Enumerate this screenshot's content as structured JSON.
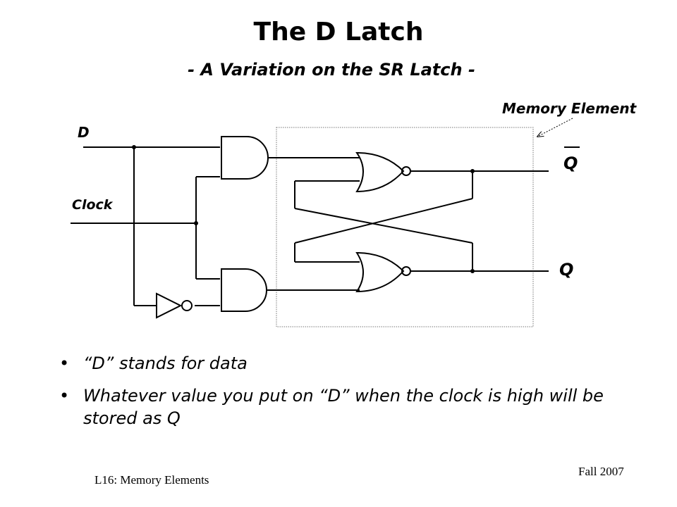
{
  "title": "The D Latch",
  "subtitle": "- A Variation on the SR Latch -",
  "diagram": {
    "labels": {
      "memory_element": "Memory Element",
      "d": "D",
      "clock": "Clock",
      "q_bar": "Q",
      "q": "Q"
    }
  },
  "bullets": [
    "“D” stands for data",
    "Whatever value you put on “D” when the clock is high will be stored as Q"
  ],
  "footer": {
    "left": "L16: Memory Elements",
    "right": "Fall 2007"
  }
}
